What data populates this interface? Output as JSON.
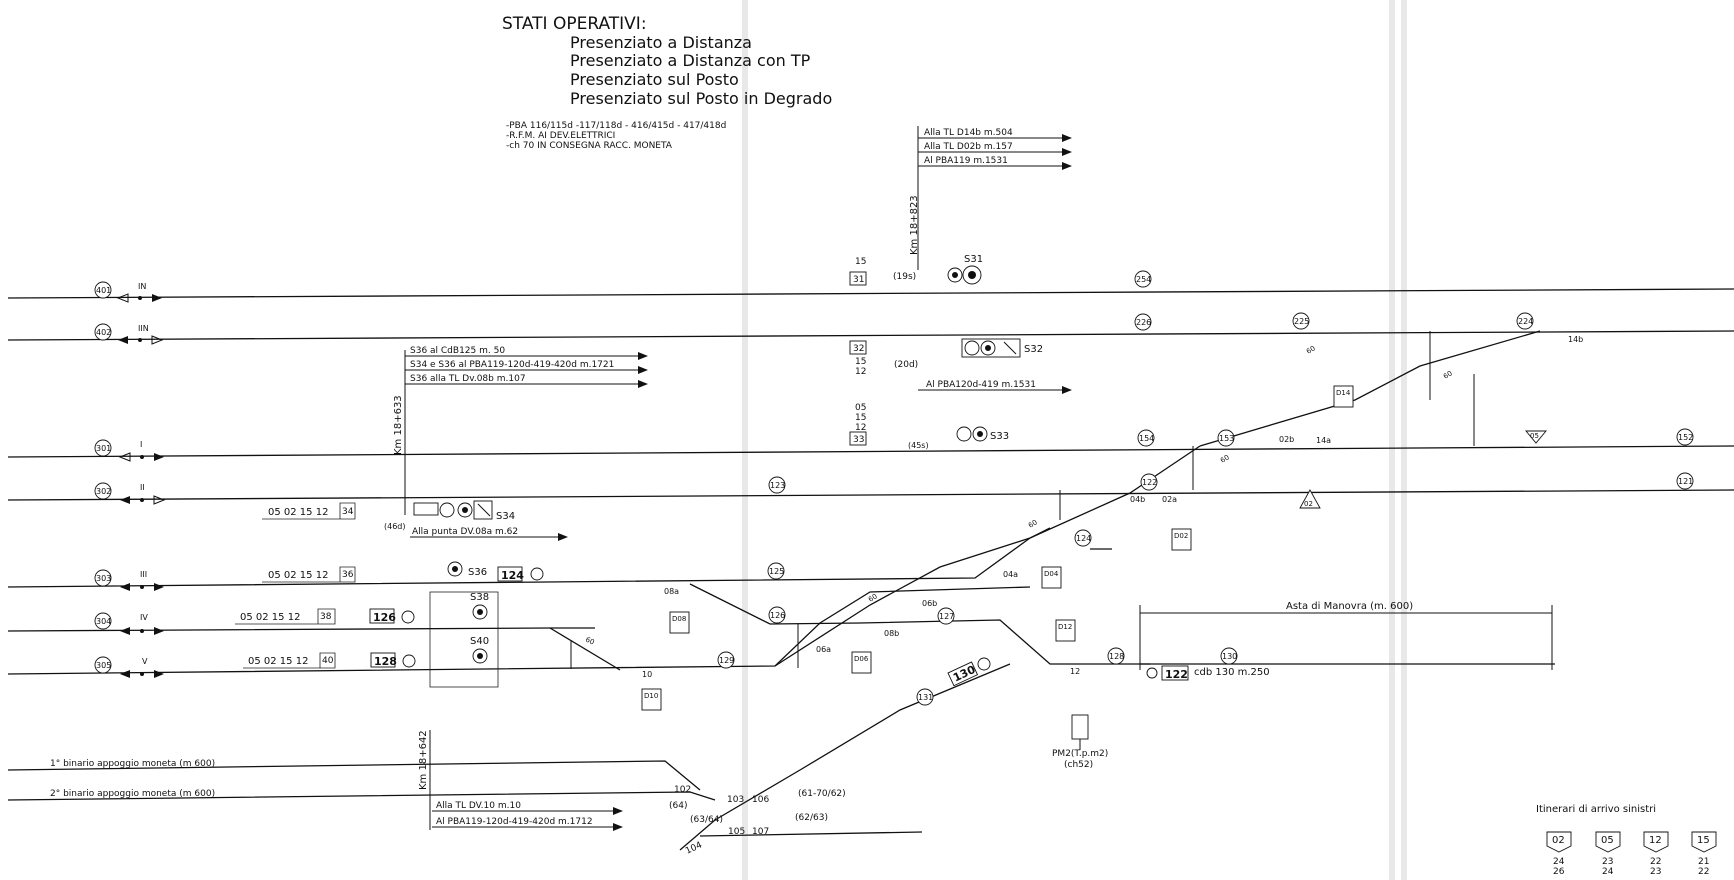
{
  "header": {
    "title": "STATI OPERATIVI:",
    "modes": [
      "Presenziato a Distanza",
      "Presenziato a Distanza con TP",
      "Presenziato sul Posto",
      "Presenziato sul Posto in Degrado"
    ],
    "notes": [
      "-PBA 116/115d -117/118d - 416/415d - 417/418d",
      "-R.F.M. AI DEV.ELETTRICI",
      "-ch 70 IN CONSEGNA RACC. MONETA"
    ]
  },
  "top_arrows": [
    "Alla TL D14b m.504",
    "Alla TL D02b m.157",
    "Al PBA119 m.1531",
    "Al PBA120d-419 m.1531"
  ],
  "left_arrows": [
    "S36 al CdB125 m. 50",
    "S34 e S36 al PBA119-120d-419-420d m.1721",
    "S36 alla TL Dv.08b m.107",
    "Alla punta DV.08a m.62"
  ],
  "bottom_arrows": [
    "Alla TL DV.10 m.10",
    "Al PBA119-120d-419-420d  m.1712"
  ],
  "km": [
    "Km 18+823",
    "Km 18+633",
    "Km 18+642"
  ],
  "tracks": [
    {
      "circuit": "401",
      "name": "IN"
    },
    {
      "circuit": "402",
      "name": "IIN"
    },
    {
      "circuit": "301",
      "name": "I"
    },
    {
      "circuit": "302",
      "name": "II"
    },
    {
      "circuit": "303",
      "name": "III"
    },
    {
      "circuit": "304",
      "name": "IV"
    },
    {
      "circuit": "305",
      "name": "V"
    }
  ],
  "circuits": [
    "254",
    "226",
    "225",
    "224",
    "154",
    "153",
    "152",
    "123",
    "122",
    "121",
    "124",
    "125",
    "126",
    "127",
    "128",
    "129",
    "130",
    "131"
  ],
  "route_codes": [
    "05  02   15  12",
    "05  02   15  12",
    "05  02   15  12",
    "05  02   15  12"
  ],
  "signal_boxes": [
    "34",
    "36",
    "38",
    "40",
    "31",
    "32",
    "33"
  ],
  "signals": [
    "S31",
    "S32",
    "S33",
    "S34",
    "S36",
    "S38",
    "S40"
  ],
  "bold_boxes": [
    "124",
    "126",
    "128",
    "130",
    "122"
  ],
  "switches": [
    "14b",
    "14a",
    "02b",
    "02a",
    "04b",
    "04a",
    "06a",
    "06b",
    "08a",
    "08b",
    "10",
    "12",
    "05",
    "02"
  ],
  "switch_labels": [
    "D14",
    "D02",
    "D04",
    "D12",
    "D06",
    "D08",
    "D10"
  ],
  "approach": [
    "(19s)",
    "(20d)",
    "(45s)",
    "(46d)"
  ],
  "codes_top": [
    "15",
    "15",
    "12",
    "05",
    "15",
    "12"
  ],
  "yard": {
    "title": "Asta di Manovra (m. 600)",
    "cdb": "cdb 130 m.250"
  },
  "money_tracks": [
    "1° binario appoggio moneta   (m 600)",
    "2° binario appoggio moneta   (m 600)"
  ],
  "bottom_nums": [
    "102",
    "103",
    "106",
    "104",
    "105",
    "107",
    "(64)",
    "(63/64)",
    "(61-70/62)",
    "(62/63)"
  ],
  "pm2": [
    "PM2(T.p.m2)",
    "(ch52)"
  ],
  "speed": [
    "60",
    "60",
    "60",
    "60",
    "60",
    "60"
  ],
  "itinerari": {
    "title": "Itinerari di arrivo sinistri",
    "cols": [
      {
        "head": "02",
        "nums": [
          "24",
          "26"
        ]
      },
      {
        "head": "05",
        "nums": [
          "23",
          "24"
        ]
      },
      {
        "head": "12",
        "nums": [
          "22",
          "23"
        ]
      },
      {
        "head": "15",
        "nums": [
          "21",
          "22"
        ]
      }
    ]
  }
}
